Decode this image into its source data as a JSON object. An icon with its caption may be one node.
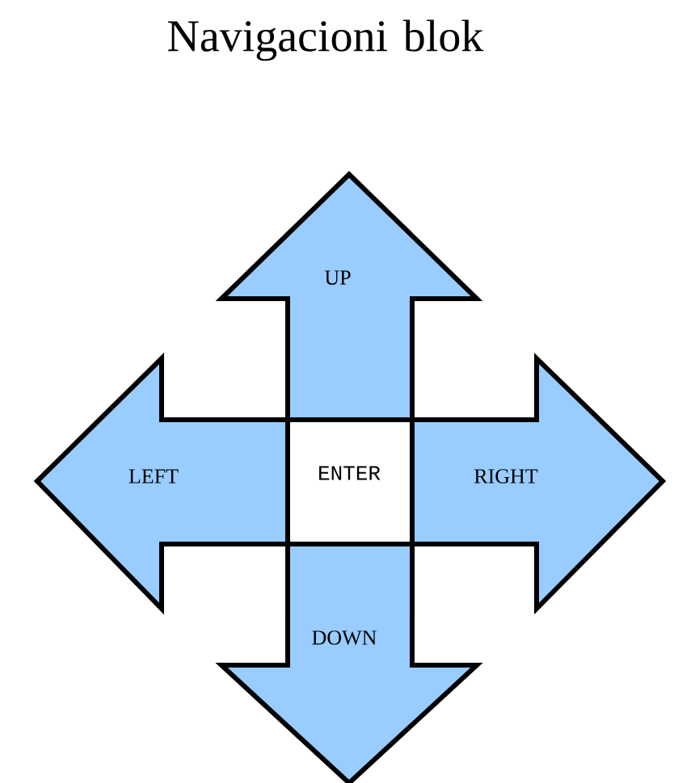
{
  "diagram": {
    "title": "Navigacioni blok",
    "nodes": [
      {
        "text": [
          "UP"
        ]
      },
      {
        "text": [
          "LEFT"
        ]
      },
      {
        "text": [
          "ENTER"
        ]
      },
      {
        "text": [
          "RIGHT"
        ]
      },
      {
        "text": [
          "DOWN"
        ]
      }
    ]
  }
}
